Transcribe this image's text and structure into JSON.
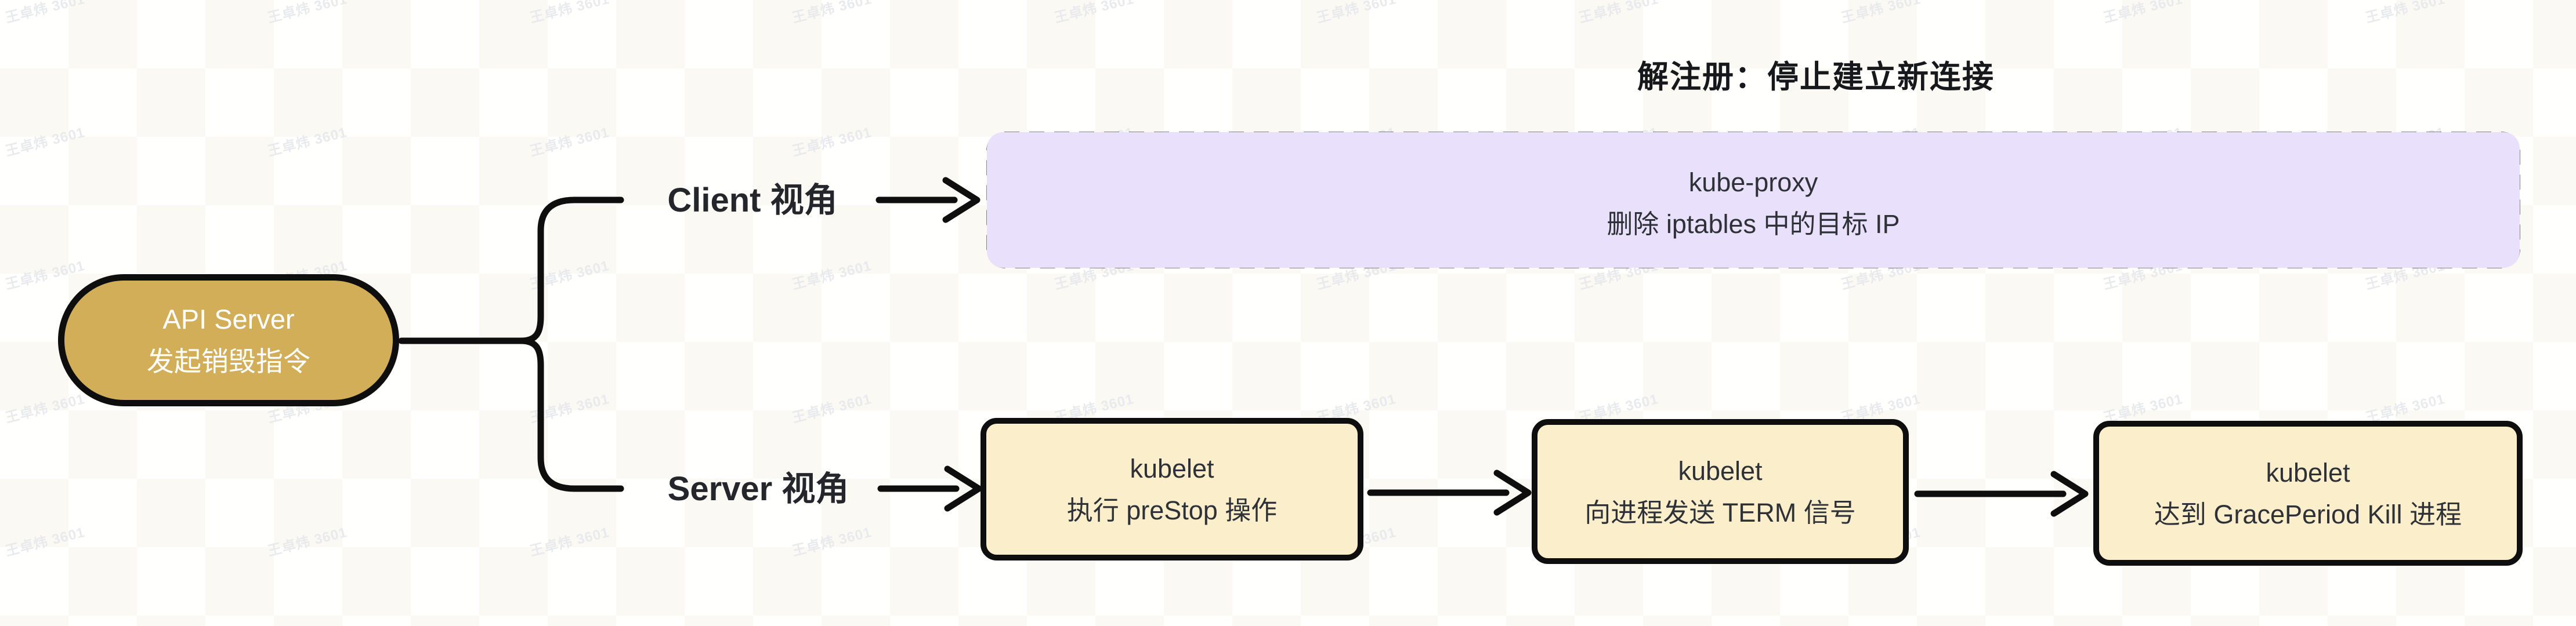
{
  "root": {
    "line1": "API Server",
    "line2": "发起销毁指令"
  },
  "branches": {
    "client_label": "Client 视角",
    "server_label": "Server 视角"
  },
  "client_flow": {
    "annotation": "解注册：停止建立新连接",
    "box": {
      "line1": "kube-proxy",
      "line2": "删除 iptables 中的目标 IP"
    }
  },
  "server_flow": {
    "steps": [
      {
        "line1": "kubelet",
        "line2": "执行 preStop 操作"
      },
      {
        "line1": "kubelet",
        "line2": "向进程发送 TERM 信号"
      },
      {
        "line1": "kubelet",
        "line2": "达到 GracePeriod Kill 进程"
      }
    ]
  },
  "watermark": {
    "text": "王卓炜 3601"
  },
  "colors": {
    "accent-gold": "#d2ae58",
    "node-cream": "#faeecb",
    "node-lavender": "#e9e1fb",
    "line-black": "#0e0e0e",
    "text-dark": "#24262b",
    "box-text": "#2f3138",
    "title-text": "#17181c",
    "watermark-gray": "#e9eaee"
  }
}
